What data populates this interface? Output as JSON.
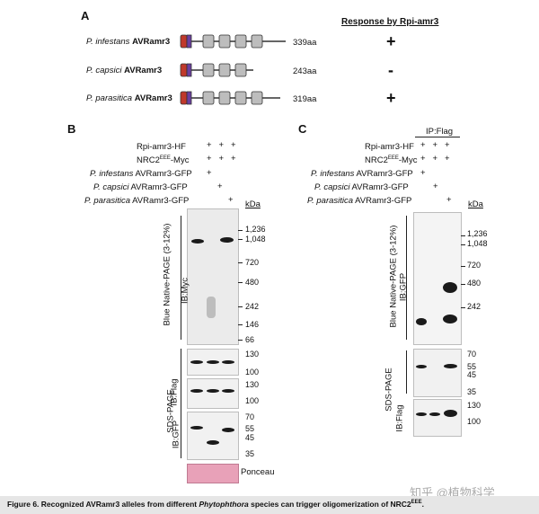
{
  "panelA": {
    "letter": "A",
    "response_header": "Response by Rpi-amr3",
    "rows": [
      {
        "species": "P. infestans",
        "name": "AVRamr3",
        "length": "339aa",
        "response": "+"
      },
      {
        "species": "P. capsici",
        "name": "AVRamr3",
        "length": "243aa",
        "response": "-"
      },
      {
        "species": "P. parasitica",
        "name": "AVRamr3",
        "length": "319aa",
        "response": "+"
      }
    ]
  },
  "panelB": {
    "letter": "B",
    "row_labels": [
      "Rpi-amr3-HF",
      "NRC2",
      "-Myc",
      "P. infestans",
      " AVRamr3-GFP",
      "P. capsici",
      " AVRamr3-GFP",
      "P. parasitica",
      " AVRamr3-GFP"
    ],
    "row1": "Rpi-amr3-HF",
    "row2_main": "NRC2",
    "row2_sup": "EEE",
    "row2_tail": "-Myc",
    "row3_sp": "P. infestans",
    "row3_tail": " AVRamr3-GFP",
    "row4_sp": "P. capsici",
    "row4_tail": " AVRamr3-GFP",
    "row5_sp": "P. parasitica",
    "row5_tail": " AVRamr3-GFP",
    "kda": "kDa",
    "bnp_label": "Blue Native-PAGE (3-12%)",
    "ib_myc": "IB:Myc",
    "bn_markers": [
      "1,236",
      "1,048",
      "720",
      "480",
      "242",
      "146",
      "66"
    ],
    "sds_label": "SDS-PAGE",
    "ib_flag": "IB:Flag",
    "ib_gfp": "IB:GFP",
    "m_top": [
      "130",
      "100"
    ],
    "m_flag": [
      "130",
      "100"
    ],
    "m_gfp": [
      "70",
      "55",
      "45",
      "35"
    ],
    "ponceau": "Ponceau"
  },
  "panelC": {
    "letter": "C",
    "ip": "IP:Flag",
    "row1": "Rpi-amr3-HF",
    "row2_main": "NRC2",
    "row2_sup": "EEE",
    "row2_tail": "-Myc",
    "row3_sp": "P. infestans",
    "row3_tail": " AVRamr3-GFP",
    "row4_sp": "P. capsici",
    "row4_tail": " AVRamr3-GFP",
    "row5_sp": "P. parasitica",
    "row5_tail": " AVRamr3-GFP",
    "kda": "kDa",
    "bnp_label": "Blue Native-PAGE (3-12%)",
    "ib_gfp": "IB:GFP",
    "bn_markers": [
      "1,236",
      "1,048",
      "720",
      "480",
      "242"
    ],
    "sds_label": "SDS-PAGE",
    "ib_flag": "IB:Flag",
    "m_gfp": [
      "70",
      "55",
      "45",
      "35"
    ],
    "m_flag": [
      "130",
      "100"
    ]
  },
  "plus": "+",
  "caption": {
    "prefix": "Figure 6.   Recognized AVRamr3 alleles from different ",
    "genus": "Phytophthora",
    "suffix": " species can trigger oligomerization of NRC2",
    "sup": "EEE",
    "end": "."
  },
  "watermark": "知乎 @植物科学",
  "colors": {
    "domain_red": "#c0392b",
    "domain_purple": "#6a3fa0",
    "domain_grey": "#bdbdbd",
    "ponceau": "#e8a1b8"
  }
}
